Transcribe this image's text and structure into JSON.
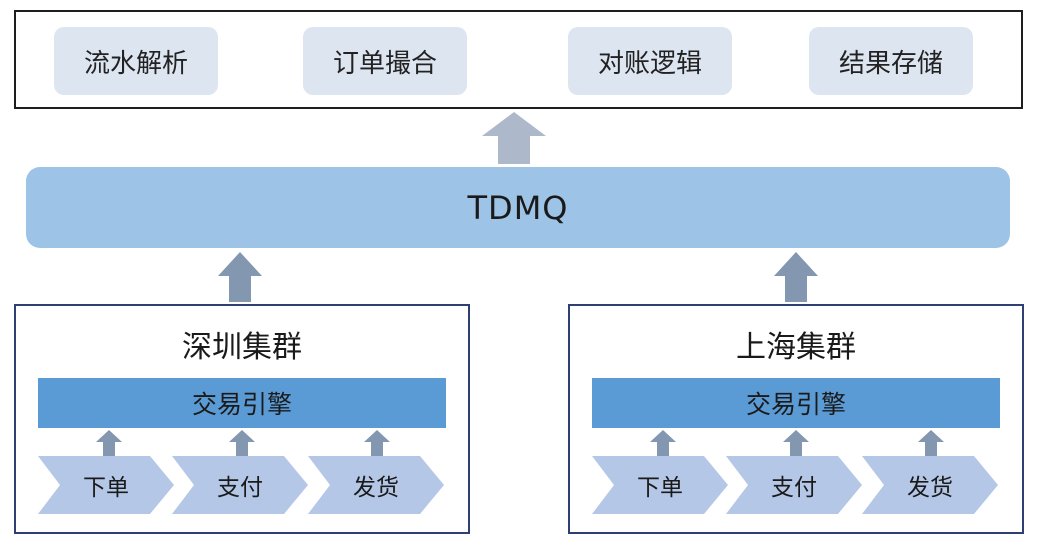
{
  "top_modules": [
    "流水解析",
    "订单撮合",
    "对账逻辑",
    "结果存储"
  ],
  "message_queue": {
    "label": "TDMQ"
  },
  "clusters": [
    {
      "title": "深圳集群",
      "engine": "交易引擎",
      "steps": [
        "下单",
        "支付",
        "发货"
      ]
    },
    {
      "title": "上海集群",
      "engine": "交易引擎",
      "steps": [
        "下单",
        "支付",
        "发货"
      ]
    }
  ],
  "colors": {
    "module_fill": "#dde5f1",
    "mq_fill": "#9dc3e6",
    "engine_fill": "#5b9bd5",
    "step_fill": "#b4c7e7",
    "big_arrow": "#8497b0",
    "top_arrow": "#adb9ca",
    "cluster_border": "#2e3f73"
  }
}
